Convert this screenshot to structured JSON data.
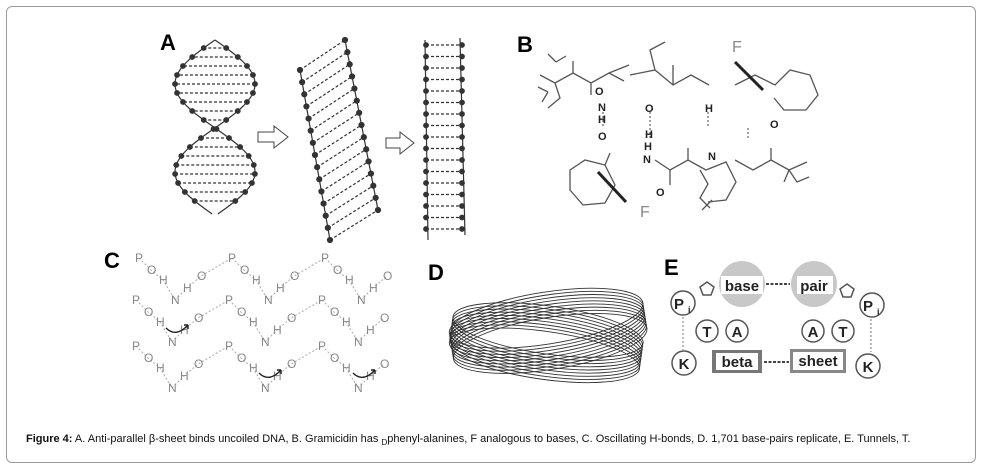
{
  "figure": {
    "panels": {
      "a": {
        "label": "A"
      },
      "b": {
        "label": "B",
        "f_top": "F",
        "f_bottom": "F",
        "atoms": [
          "O",
          "N",
          "H",
          "H",
          "O",
          "O",
          "H",
          "N",
          "O",
          "H",
          "N",
          "O"
        ]
      },
      "c": {
        "label": "C",
        "row_pattern": [
          "P",
          "O",
          "H",
          "N",
          "H",
          "O"
        ]
      },
      "d": {
        "label": "D"
      },
      "e": {
        "label": "E",
        "base": "base",
        "pair": "pair",
        "pi_left": "P",
        "pi_right": "P",
        "pi_sub": "i",
        "t_left": "T",
        "a_left": "A",
        "a_right": "A",
        "t_right": "T",
        "k_left": "K",
        "k_right": "K",
        "beta": "beta",
        "sheet": "sheet"
      }
    },
    "caption": {
      "prefix": "Figure 4:",
      "part1": " A. Anti-parallel β-sheet binds uncoiled DNA, B. Gramicidin has ",
      "subscript": "D",
      "part2": "phenyl-alanines, F analogous to bases, C. Oscillating H-bonds, D. 1,701 base-pairs replicate, E. Tunnels, T."
    }
  }
}
